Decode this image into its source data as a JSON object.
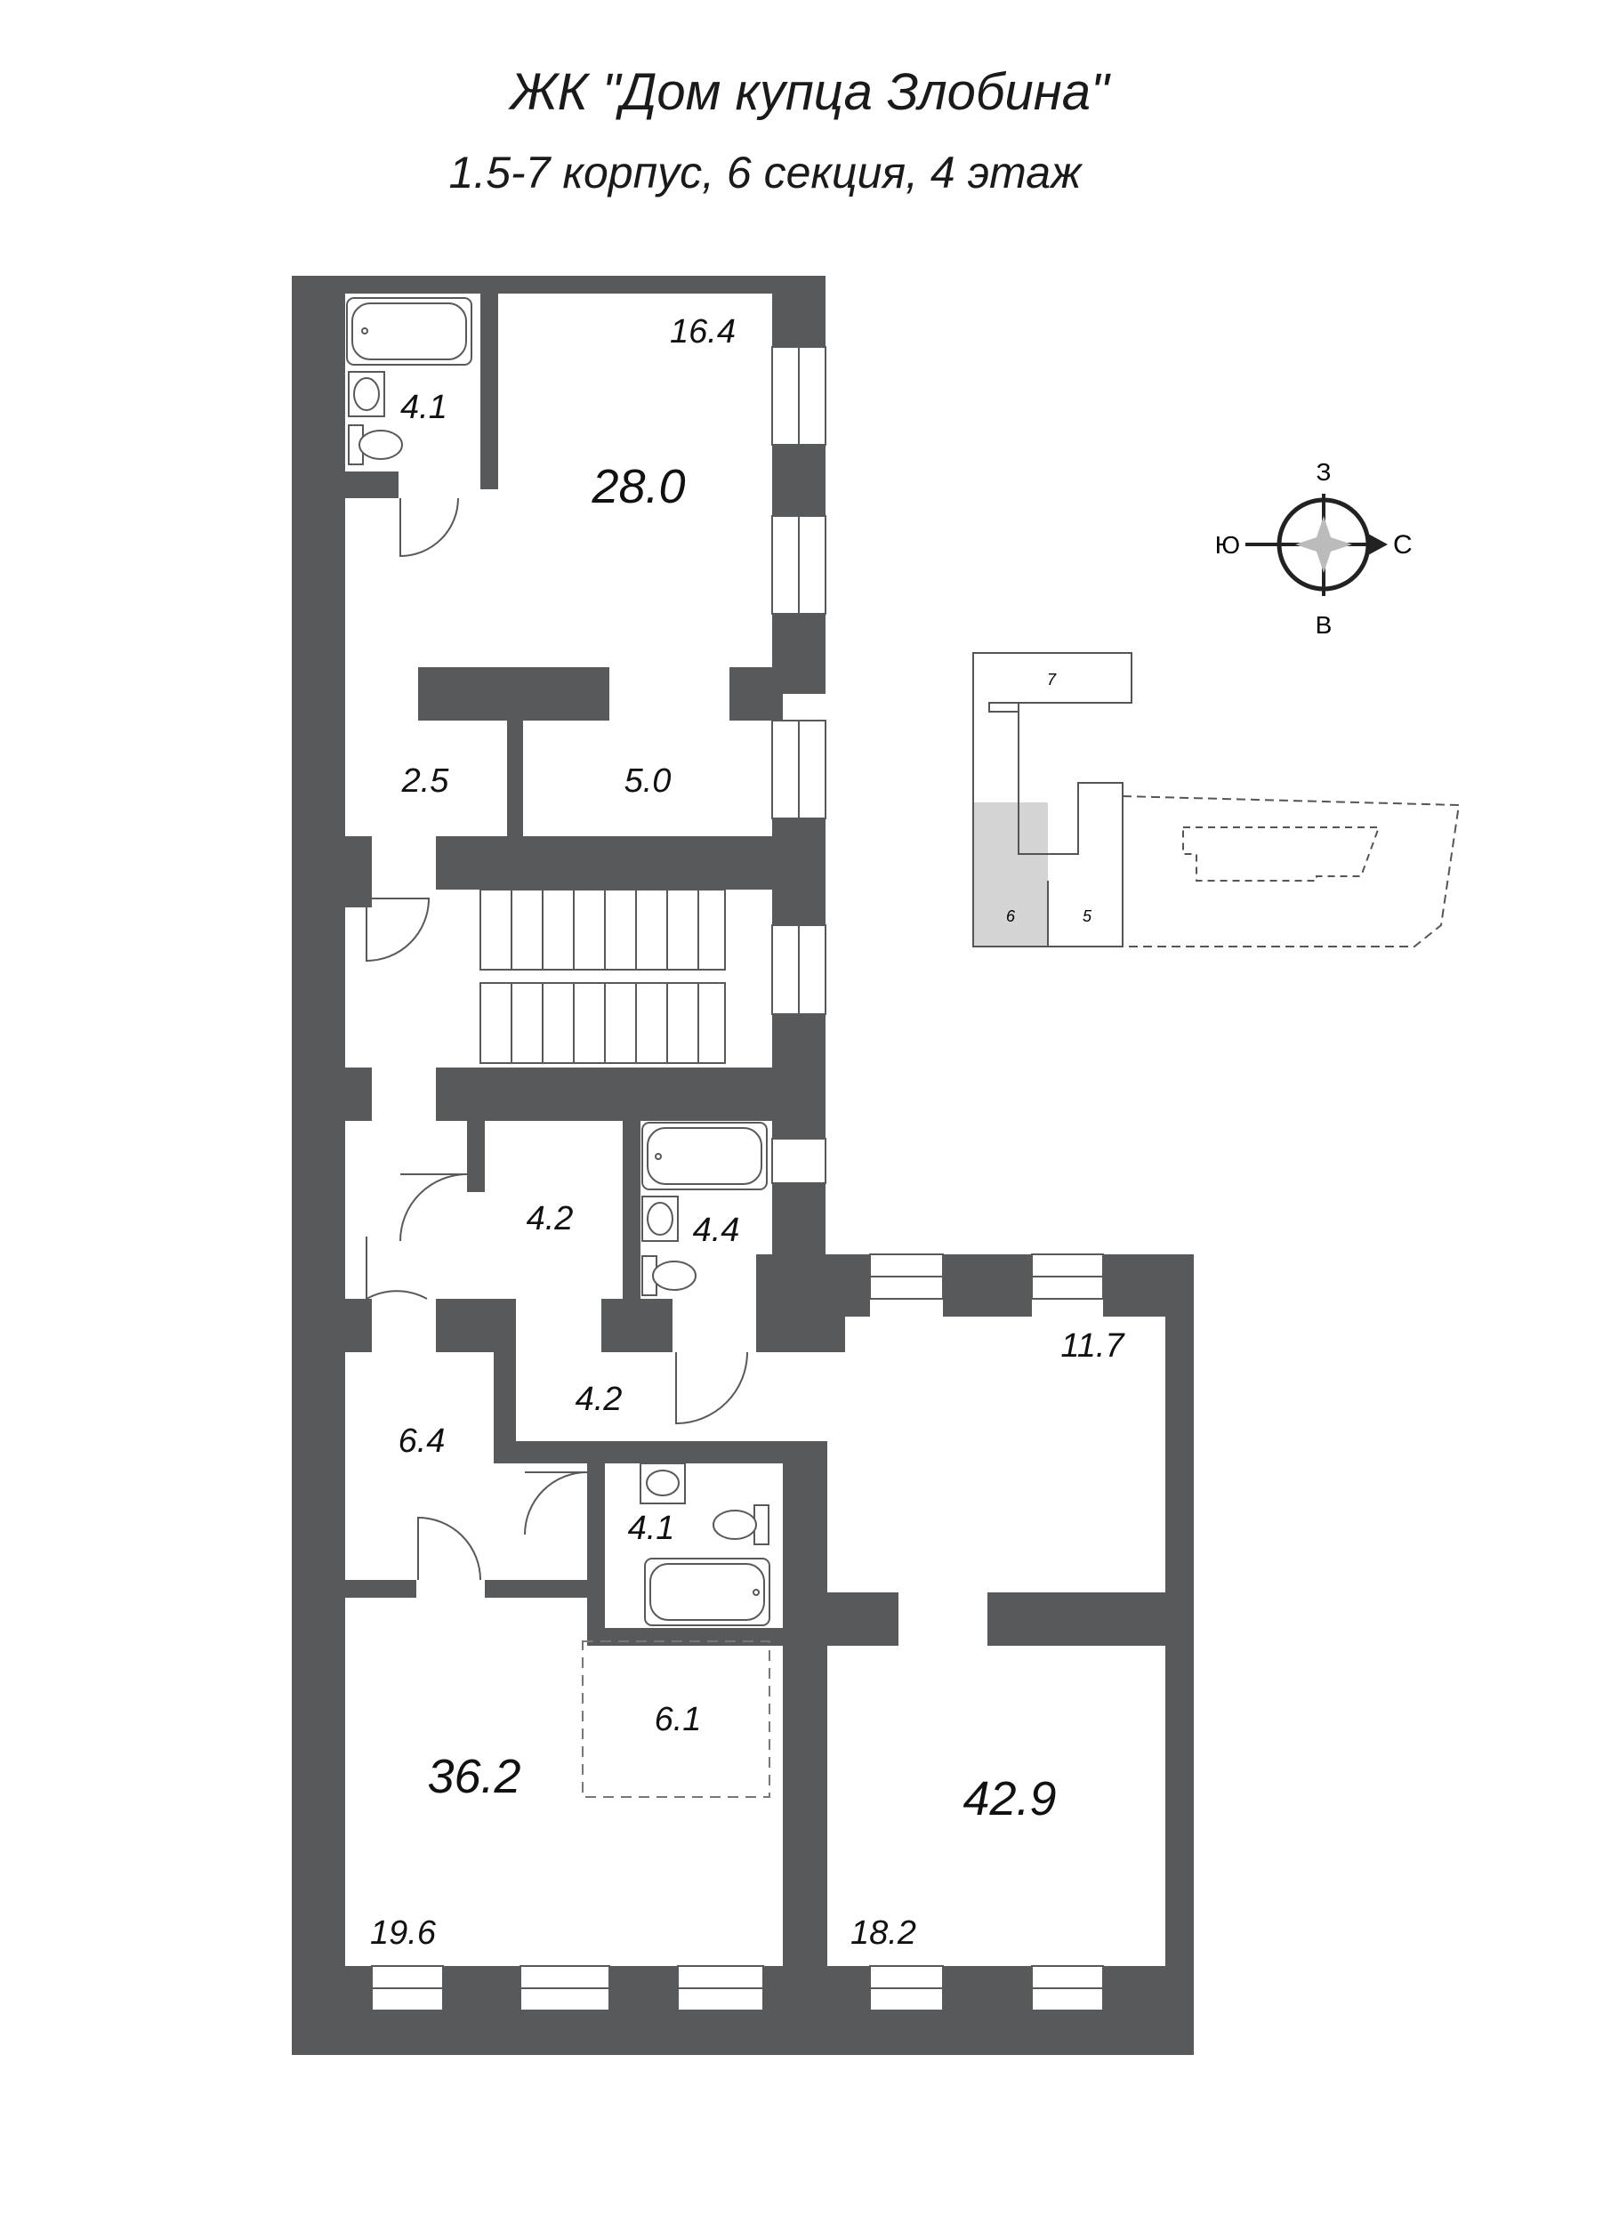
{
  "header": {
    "complex": "ЖК \"Дом купца Злобина\"",
    "location": "1.5-7 корпус, 6 секция, 4 этаж"
  },
  "rooms": {
    "r28": "28.0",
    "r16_4": "16.4",
    "r4_1a": "4.1",
    "r2_5": "2.5",
    "r5_0": "5.0",
    "r4_2a": "4.2",
    "r4_4": "4.4",
    "r4_2b": "4.2",
    "r11_7": "11.7",
    "r6_4": "6.4",
    "r4_1b": "4.1",
    "r6_1": "6.1",
    "r36_2": "36.2",
    "r42_9": "42.9",
    "r19_6": "19.6",
    "r18_2": "18.2"
  },
  "compass": {
    "north": "З",
    "south": "В",
    "west": "Ю",
    "east": "С"
  },
  "key_plan": {
    "sec7": "7",
    "sec6": "6",
    "sec5": "5"
  },
  "colors": {
    "wall": "#58595b",
    "key_highlight": "#d4d4d4",
    "line": "#333333"
  }
}
